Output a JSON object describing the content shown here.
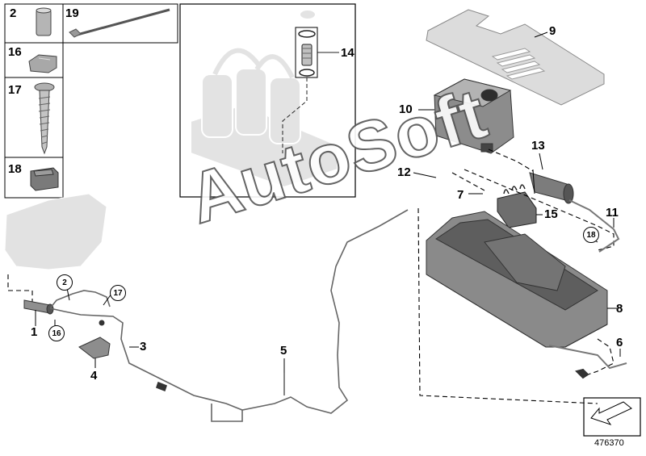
{
  "legend": [
    {
      "id": "legend-item-2",
      "label": "2"
    },
    {
      "id": "legend-item-19",
      "label": "19"
    },
    {
      "id": "legend-item-16",
      "label": "16"
    },
    {
      "id": "legend-item-17",
      "label": "17"
    },
    {
      "id": "legend-item-18",
      "label": "18"
    }
  ],
  "callouts": {
    "c1": "1",
    "c3": "3",
    "c4": "4",
    "c5": "5",
    "c6": "6",
    "c7": "7",
    "c8": "8",
    "c9": "9",
    "c10": "10",
    "c11": "11",
    "c12": "12",
    "c13": "13",
    "c14": "14",
    "c15": "15"
  },
  "circled": {
    "r2": "2",
    "r16": "16",
    "r17": "17",
    "r18": "18"
  },
  "watermark": "AutoSoft",
  "diagram_number": "476370",
  "colors": {
    "line": "#000000",
    "part_grey": "#9a9a9a",
    "ghost": "#e0e0e0",
    "watermark_stroke": "#555555"
  }
}
